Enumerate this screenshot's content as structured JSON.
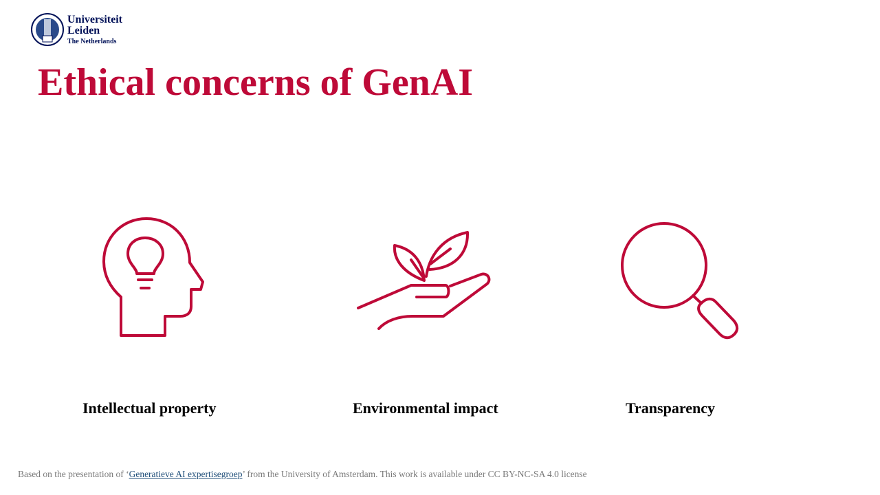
{
  "logo": {
    "line1": "Universiteit",
    "line2": "Leiden",
    "line3": "The Netherlands"
  },
  "title": "Ethical concerns of GenAI",
  "accent_color": "#be0a38",
  "concerns": [
    {
      "label": "Intellectual property",
      "icon": "head-lightbulb-icon"
    },
    {
      "label": "Environmental impact",
      "icon": "hand-plant-icon"
    },
    {
      "label": "Transparency",
      "icon": "magnifying-glass-icon"
    }
  ],
  "footer": {
    "prefix": "Based on the presentation of ‘",
    "link": "Generatieve AI expertisegroep",
    "suffix": "’ from the University of Amsterdam. This work is available under CC BY-NC-SA 4.0 license"
  }
}
